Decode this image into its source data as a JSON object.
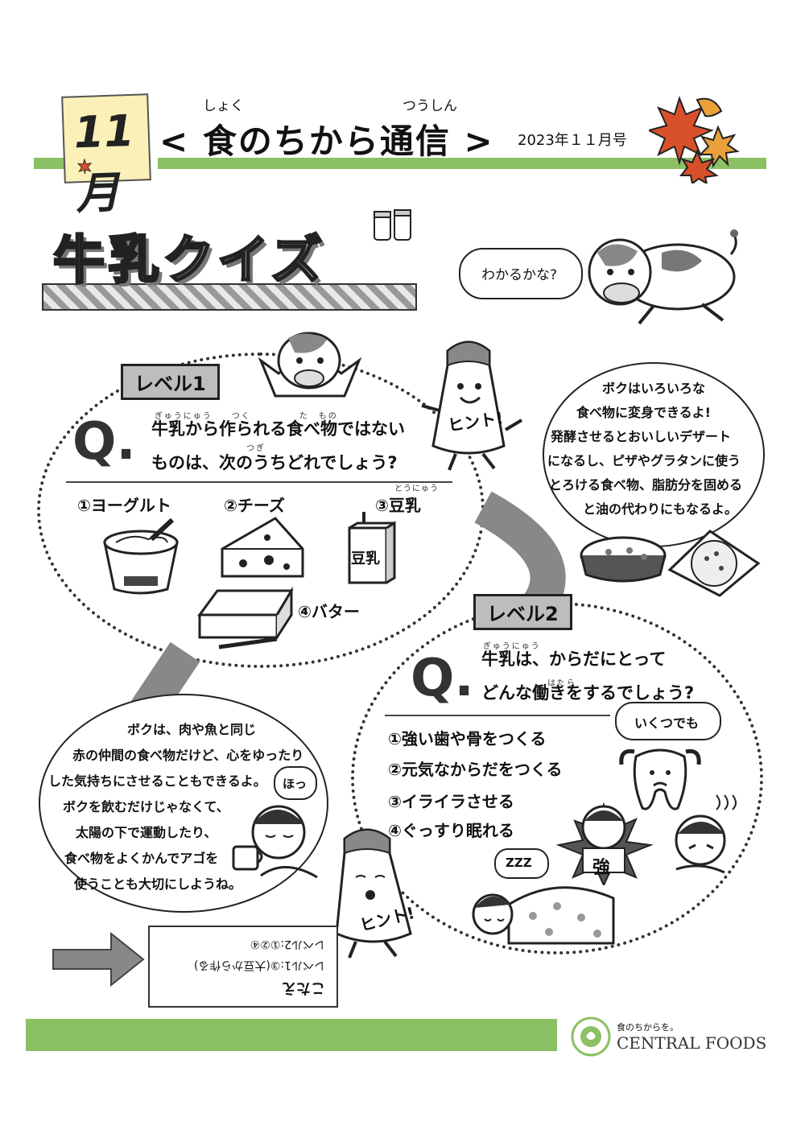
{
  "header": {
    "month": "11月",
    "title_left_bracket": "<",
    "title": "食のちから通信",
    "title_right_bracket": ">",
    "title_ruby_left": "しょく",
    "title_ruby_right": "つうしん",
    "date": "2023年１１月号"
  },
  "quiz_title": "牛乳クイズ",
  "cow_speech": "わかるかな?",
  "level1": {
    "tag": "レベル1",
    "q_mark": "Q.",
    "question_line1": "牛乳から作られる食べ物ではない",
    "question_line2": "ものは、次のうちどれでしょう?",
    "ruby_line1": "ぎゅうにゅう　　つく　　　　　た　もの",
    "ruby_line2": "つぎ",
    "options": [
      "①ヨーグルト",
      "②チーズ",
      "③豆乳",
      "④バター"
    ],
    "option3_ruby": "とうにゅう",
    "carton_label": "豆乳"
  },
  "hint1": {
    "bottle_label": "ヒント!",
    "lines": [
      "ボクはいろいろな",
      "食べ物に変身できるよ!",
      "発酵させるとおいしいデザート",
      "になるし、ピザやグラタンに使う",
      "とろける食べ物、脂肪分を固める",
      "と油の代わりにもなるよ。"
    ]
  },
  "level2": {
    "tag": "レベル2",
    "q_mark": "Q.",
    "question_line1": "牛乳は、からだにとって",
    "question_line2": "どんな働きをするでしょう?",
    "ruby_line1": "ぎゅうにゅう",
    "ruby_line2": "はたら",
    "multi_note": "いくつでも",
    "options": [
      "①強い歯や骨をつくる",
      "②元気なからだをつくる",
      "③イライラさせる",
      "④ぐっすり眠れる"
    ],
    "strong_label": "強",
    "sleep_label": "ZZZ"
  },
  "hint2": {
    "bottle_label": "ヒント!",
    "sigh": "ほっ",
    "lines": [
      "ボクは、肉や魚と同じ",
      "赤の仲間の食べ物だけど、心をゆったり",
      "した気持ちにさせることもできるよ。",
      "ボクを飲むだけじゃなくて、",
      "太陽の下で運動したり、",
      "食べ物をよくかんでアゴを",
      "使うことも大切にしようね。"
    ]
  },
  "answer": {
    "title": "こたえ",
    "line1": "レベル1:③(大豆から作る)",
    "line2": "レベル2:①②④"
  },
  "footer": {
    "tagline": "食のちからを。",
    "brand": "CENTRAL FOODS"
  },
  "colors": {
    "accent_green": "#8bc064",
    "card_yellow": "#fbf1b8",
    "leaf_red": "#d8502a",
    "leaf_orange": "#eba13a"
  }
}
